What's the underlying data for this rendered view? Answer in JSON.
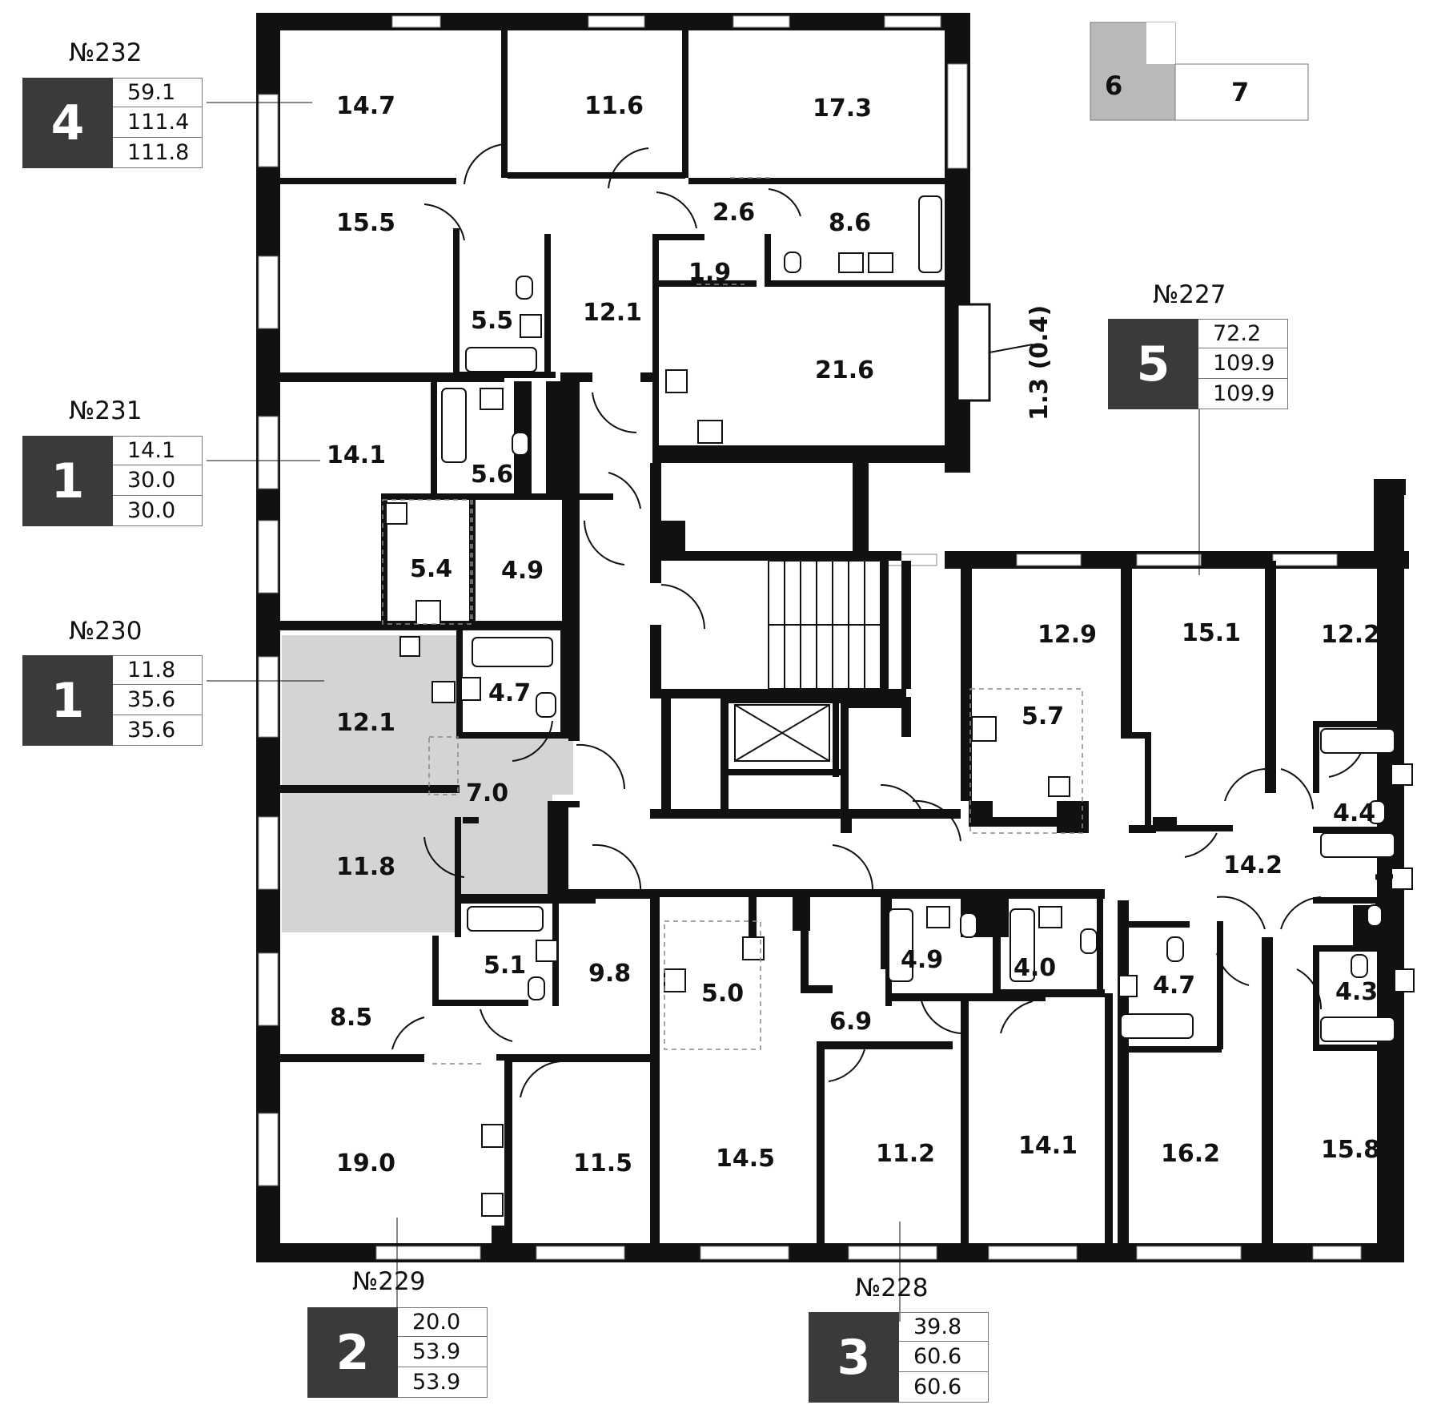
{
  "apartments": [
    {
      "id": "232",
      "number": "№232",
      "rooms": "4",
      "areas": [
        "59.1",
        "111.4",
        "111.8"
      ]
    },
    {
      "id": "231",
      "number": "№231",
      "rooms": "1",
      "areas": [
        "14.1",
        "30.0",
        "30.0"
      ]
    },
    {
      "id": "230",
      "number": "№230",
      "rooms": "1",
      "areas": [
        "11.8",
        "35.6",
        "35.6"
      ]
    },
    {
      "id": "229",
      "number": "№229",
      "rooms": "2",
      "areas": [
        "20.0",
        "53.9",
        "53.9"
      ]
    },
    {
      "id": "228",
      "number": "№228",
      "rooms": "3",
      "areas": [
        "39.8",
        "60.6",
        "60.6"
      ]
    },
    {
      "id": "227",
      "number": "№227",
      "rooms": "5",
      "areas": [
        "72.2",
        "109.9",
        "109.9"
      ]
    }
  ],
  "sections": {
    "current": "6",
    "neighbor": "7"
  },
  "balcony_label": "1.3 (0.4)",
  "rooms": [
    {
      "label": "14.7"
    },
    {
      "label": "11.6"
    },
    {
      "label": "17.3"
    },
    {
      "label": "15.5"
    },
    {
      "label": "2.6"
    },
    {
      "label": "8.6"
    },
    {
      "label": "1.9"
    },
    {
      "label": "5.5"
    },
    {
      "label": "12.1"
    },
    {
      "label": "21.6"
    },
    {
      "label": "14.1"
    },
    {
      "label": "5.6"
    },
    {
      "label": "5.4"
    },
    {
      "label": "4.9"
    },
    {
      "label": "12.1"
    },
    {
      "label": "4.7"
    },
    {
      "label": "7.0"
    },
    {
      "label": "11.8"
    },
    {
      "label": "5.1"
    },
    {
      "label": "9.8"
    },
    {
      "label": "8.5"
    },
    {
      "label": "19.0"
    },
    {
      "label": "11.5"
    },
    {
      "label": "5.0"
    },
    {
      "label": "14.5"
    },
    {
      "label": "6.9"
    },
    {
      "label": "11.2"
    },
    {
      "label": "4.9"
    },
    {
      "label": "4.0"
    },
    {
      "label": "14.1"
    },
    {
      "label": "4.7"
    },
    {
      "label": "16.2"
    },
    {
      "label": "12.9"
    },
    {
      "label": "15.1"
    },
    {
      "label": "12.2"
    },
    {
      "label": "5.7"
    },
    {
      "label": "14.2"
    },
    {
      "label": "4.4"
    },
    {
      "label": "4.4"
    },
    {
      "label": "4.3"
    },
    {
      "label": "15.8"
    }
  ],
  "colors": {
    "wall": "#111111",
    "highlight": "#d4d4d4",
    "badge": "#3a3a3a"
  }
}
